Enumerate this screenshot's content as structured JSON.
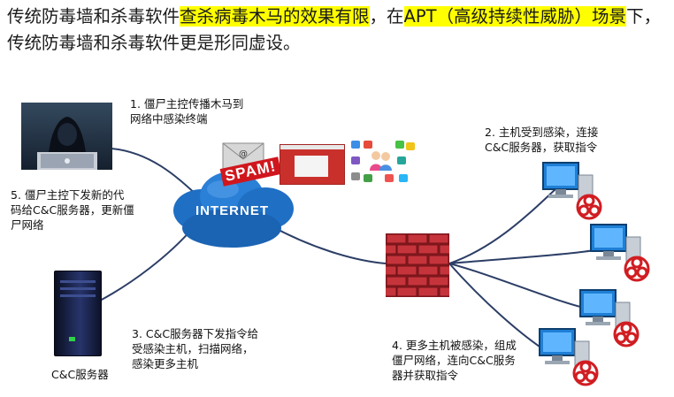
{
  "headline": {
    "part1": "传统防毒墙和杀毒软件",
    "highlight1": "查杀病毒木马的效果有限",
    "part2": "，在",
    "highlight2": "APT（高级持续性威胁）场景",
    "part3": "下，传统防毒墙和杀毒软件更是形同虚设。"
  },
  "nodes": {
    "internet_label": "INTERNET",
    "spam_label": "SPAM!",
    "cc_server_caption": "C&C服务器"
  },
  "steps": [
    {
      "text_line1": "1. 僵尸主控传播木马到",
      "text_line2": "网络中感染终端"
    },
    {
      "text_line1": "2. 主机受到感染，连接",
      "text_line2": "C&C服务器，获取指令"
    },
    {
      "text_line1": "3. C&C服务器下发指令给",
      "text_line2": "受感染主机，扫描网络，",
      "text_line3": "感染更多主机"
    },
    {
      "text_line1": "4. 更多主机被感染，组成",
      "text_line2": "僵尸网络，连向C&C服务",
      "text_line3": "器并获取指令"
    },
    {
      "text_line1": "5. 僵尸主控下发新的代",
      "text_line2": "码给C&C服务器，更新僵",
      "text_line3": "尸网络"
    }
  ],
  "colors": {
    "highlight": "#ffff00",
    "cloud": "#1f6fc4",
    "firewall_brick": "#b3262d",
    "biohazard": "#d01d22",
    "link_line": "#2c3e66"
  }
}
